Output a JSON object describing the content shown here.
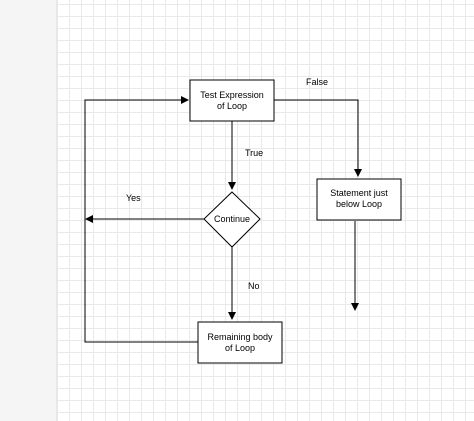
{
  "nodes": {
    "test_expression": {
      "line1": "Test Expression",
      "line2": "of Loop"
    },
    "continue": {
      "label": "Continue"
    },
    "remaining_body": {
      "line1": "Remaining body",
      "line2": "of Loop"
    },
    "statement_below": {
      "line1": "Statement just",
      "line2": "below Loop"
    }
  },
  "edges": {
    "false_label": "False",
    "true_label": "True",
    "yes_label": "Yes",
    "no_label": "No"
  },
  "colors": {
    "stroke": "#000000",
    "grid": "#e9e9e9",
    "panel": "#f5f5f5"
  }
}
